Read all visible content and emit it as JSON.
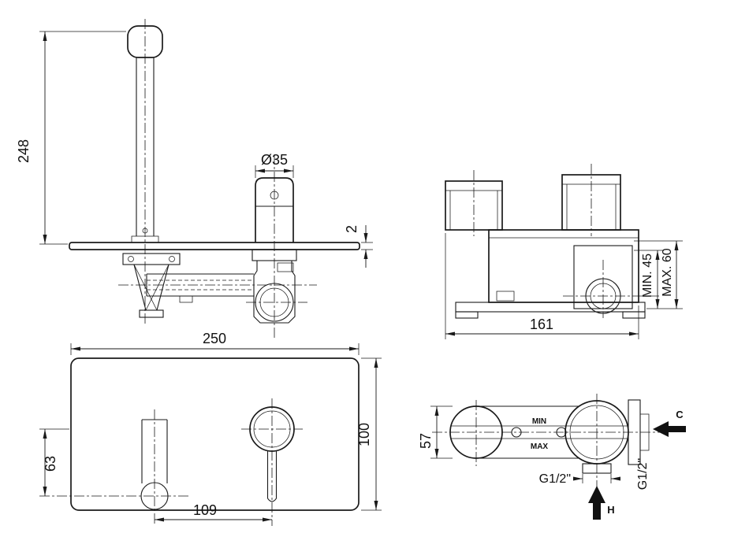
{
  "drawing": {
    "background": "#ffffff",
    "line_color": "#1a1a1a",
    "views": {
      "faucet_side": {
        "name": "wall-mounted basin mixer side view",
        "dims": {
          "height": "248",
          "handle_diameter": "Ø35",
          "plate_thickness": "2"
        }
      },
      "body_side": {
        "name": "concealed body side view",
        "dims": {
          "width": "161",
          "depth_min": "MIN. 45",
          "depth_max": "MAX. 60"
        }
      },
      "plate_front": {
        "name": "plate front view",
        "dims": {
          "width": "250",
          "height": "100",
          "spout_offset": "63",
          "spacing": "109"
        }
      },
      "body_front": {
        "name": "concealed body front view",
        "dims": {
          "height": "57",
          "thread_bottom": "G1/2\"",
          "thread_side": "G1/2\""
        },
        "labels": {
          "min": "MIN",
          "max": "MAX",
          "cold": "C",
          "hot": "H"
        }
      }
    }
  }
}
